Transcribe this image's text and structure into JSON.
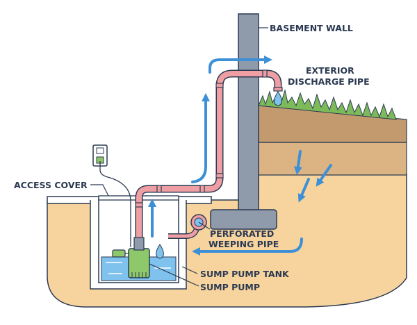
{
  "labels": {
    "basement_wall": "BASEMENT WALL",
    "exterior_discharge_line1": "EXTERIOR",
    "exterior_discharge_line2": "DISCHARGE PIPE",
    "access_cover": "ACCESS COVER",
    "perforated_line1": "PERFORATED",
    "perforated_line2": "WEEPING PIPE",
    "sump_pump_tank": "SUMP PUMP TANK",
    "sump_pump": "SUMP PUMP"
  },
  "colors": {
    "soil_light": "#f7d49e",
    "soil_mid": "#dcb483",
    "soil_dark": "#c29a6e",
    "wall": "#8f9aab",
    "pipe": "#ef9ea4",
    "water": "#7fc2ee",
    "arrow": "#3d8fd6",
    "pump": "#8ec86a",
    "grass": "#7dbb5a",
    "outline": "#2b3a52"
  }
}
